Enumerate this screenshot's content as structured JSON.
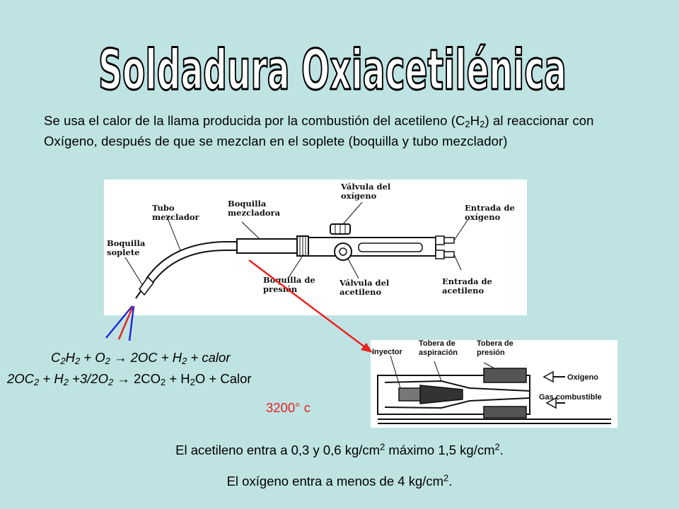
{
  "slide": {
    "title": "Soldadura Oxiacetilénica",
    "intro": {
      "part1": "Se usa el calor de la llama producida por la combustión del acetileno (C",
      "part2": "H",
      "part3": ") al reaccionar con Oxígeno, después de que se mezclan en el soplete (boquilla y tubo mezclador)"
    },
    "diagram_torch": {
      "labels": {
        "tubo_mezclador": [
          "Tubo",
          "mezclador"
        ],
        "boquilla_mezcladora": [
          "Boquilla",
          "mezcladora"
        ],
        "valvula_oxigeno": [
          "Válvula del",
          "oxígeno"
        ],
        "entrada_oxigeno": [
          "Entrada de",
          "oxígeno"
        ],
        "boquilla_soplete": [
          "Boquilla",
          "soplete"
        ],
        "boquilla_presion": [
          "Boquilla de",
          "presión"
        ],
        "valvula_acetileno": [
          "Válvula del",
          "acetileno"
        ],
        "entrada_acetileno": [
          "Entrada de",
          "acetileno"
        ]
      }
    },
    "diagram_injector": {
      "labels": {
        "inyector": "Inyector",
        "tobera_aspiracion": [
          "Tobera de",
          "aspiración"
        ],
        "tobera_presion": [
          "Tobera de",
          "presión"
        ],
        "oxigeno": "Oxígeno",
        "gas_combustible": "Gas combustible"
      }
    },
    "equation1": {
      "a": "C",
      "a_sub": "2",
      "b": "H",
      "b_sub": "2",
      "c": " + O",
      "c_sub": "2",
      "arrow": " → ",
      "d": "2OC + H",
      "d_sub": "2",
      "e": " + calor"
    },
    "equation2": {
      "a": "2OC",
      "a_sub": "2",
      "b": " + H",
      "b_sub": "2",
      "c": " +3/2O",
      "c_sub": "2",
      "arrow": " → ",
      "d": "2CO",
      "d_sub": "2",
      "e": " + H",
      "e_sub": "2",
      "f": "O + Calor"
    },
    "temperature": "3200° c",
    "note1": {
      "text": "El acetileno entra a 0,3 y 0,6 kg/cm",
      "sup1": "2",
      "mid": " máximo 1,5 kg/cm",
      "sup2": "2",
      "end": "."
    },
    "note2": {
      "text": "El oxígeno entra a menos de 4 kg/cm",
      "sup": "2",
      "end": "."
    }
  },
  "colors": {
    "background": "#bfe3e3",
    "accent_red": "#e8231f",
    "flame_blue": "#1f2bd8"
  }
}
